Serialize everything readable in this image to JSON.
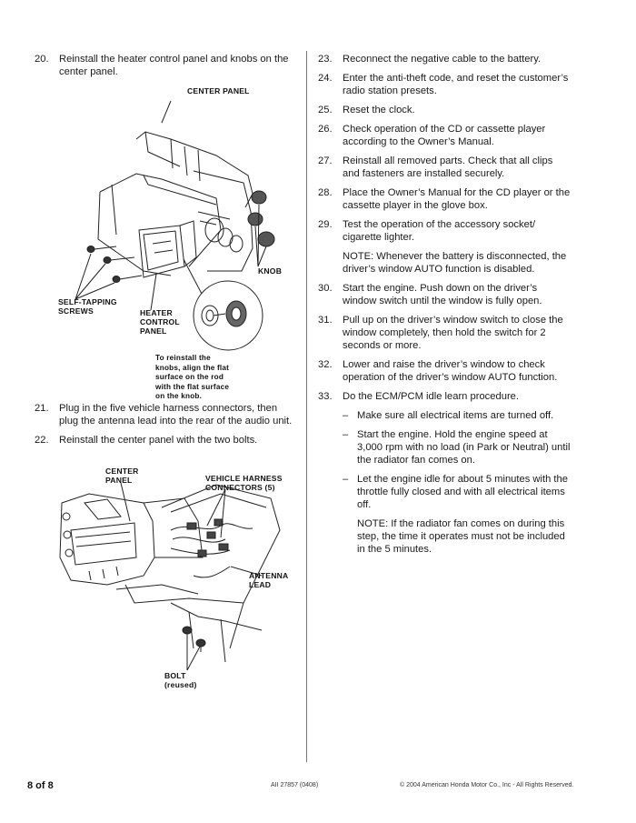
{
  "left_steps": {
    "s20": {
      "num": "20.",
      "text": "Reinstall the heater control panel and knobs on the center panel."
    },
    "s21": {
      "num": "21.",
      "text": "Plug in the five vehicle harness connectors, then plug the antenna lead into the rear of the audio unit."
    },
    "s22": {
      "num": "22.",
      "text": "Reinstall the center panel with the two bolts."
    }
  },
  "figure1": {
    "center_panel": "CENTER PANEL",
    "knob": "KNOB",
    "self_tapping_1": "SELF-TAPPING",
    "self_tapping_2": "SCREWS",
    "heater_1": "HEATER",
    "heater_2": "CONTROL",
    "heater_3": "PANEL",
    "note_1": "To reinstall the",
    "note_2": "knobs, align the flat",
    "note_3": "surface on the rod",
    "note_4": "with the flat surface",
    "note_5": "on the knob."
  },
  "figure2": {
    "center_1": "CENTER",
    "center_2": "PANEL",
    "harness_1": "VEHICLE HARNESS",
    "harness_2": "CONNECTORS (5)",
    "antenna_1": "ANTENNA",
    "antenna_2": "LEAD",
    "bolt_1": "BOLT",
    "bolt_2": "(reused)"
  },
  "right_steps": {
    "s23": {
      "num": "23.",
      "text": "Reconnect the negative cable to the battery."
    },
    "s24": {
      "num": "24.",
      "text": "Enter the anti-theft code, and reset the customer’s radio station presets."
    },
    "s25": {
      "num": "25.",
      "text": "Reset the clock."
    },
    "s26": {
      "num": "26.",
      "text": "Check operation of the CD or cassette player according to the Owner’s Manual."
    },
    "s27": {
      "num": "27.",
      "text": "Reinstall all removed parts. Check that all clips and fasteners are installed securely."
    },
    "s28": {
      "num": "28.",
      "text": "Place the Owner’s Manual for the CD player or the cassette player in the glove box."
    },
    "s29": {
      "num": "29.",
      "text": "Test the operation of the accessory socket/ cigarette lighter."
    },
    "note29": "NOTE: Whenever the battery is disconnected, the driver’s window AUTO function is disabled.",
    "s30": {
      "num": "30.",
      "text": "Start the engine. Push down on the driver’s window switch until the window is fully open."
    },
    "s31": {
      "num": "31.",
      "text": "Pull up on the driver’s window switch to close the window completely, then hold the switch for 2 seconds or more."
    },
    "s32": {
      "num": "32.",
      "text": "Lower and raise the driver’s window to check operation of the driver’s window AUTO function."
    },
    "s33": {
      "num": "33.",
      "text": "Do the ECM/PCM idle learn procedure."
    },
    "sub1": "Make sure all electrical items are turned off.",
    "sub2": "Start the engine. Hold the engine speed at 3,000 rpm with no load (in Park or Neutral) until the radiator fan comes on.",
    "sub3": "Let the engine idle for about 5 minutes with the throttle fully closed and with all electrical items off.",
    "note33": "NOTE: If the radiator fan comes on during this step, the time it operates must not be included in the 5 minutes.",
    "dash": "–"
  },
  "footer": {
    "page": "8 of 8",
    "part": "AII 27857 (0408)",
    "copyright": "© 2004 American Honda Motor Co., Inc - All Rights Reserved."
  }
}
